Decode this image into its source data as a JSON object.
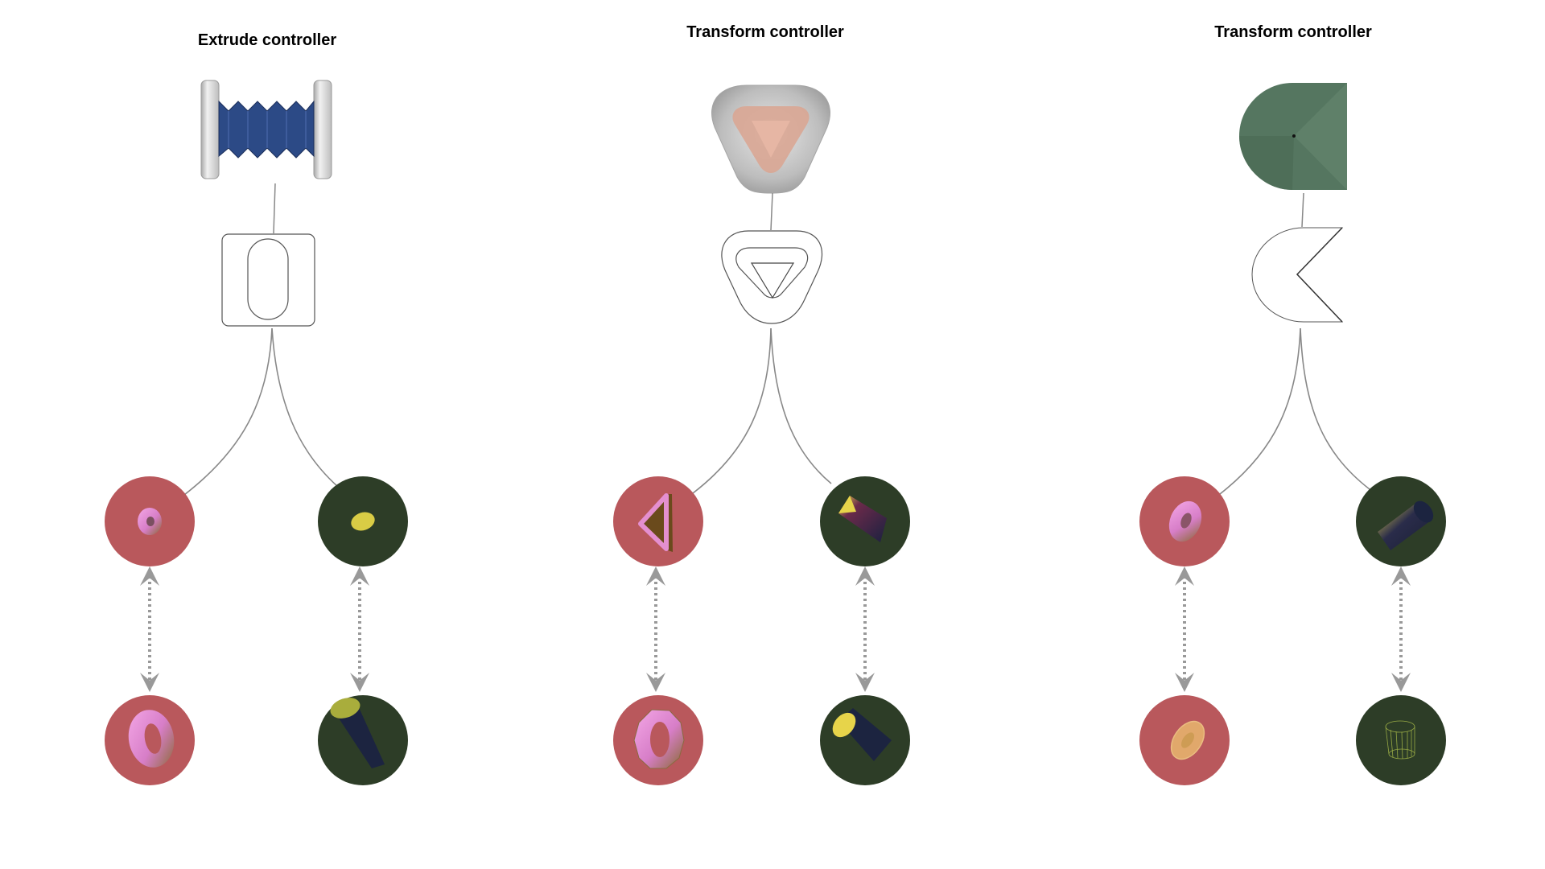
{
  "columns": [
    {
      "title": "Extrude controller"
    },
    {
      "title": "Transform controller"
    },
    {
      "title": "Transform controller"
    }
  ],
  "colors": {
    "pink_node": "#b9585c",
    "green_node": "#2d3d27",
    "connector": "#888888",
    "arrow": "#999999",
    "bellows_blue": "#2c4a86",
    "sage_green": "#557660",
    "salmon": "#d9a694",
    "torus_pink": "#e48fd0",
    "yellow": "#e7d44a",
    "navy": "#1c2440"
  },
  "icons": {
    "col1": {
      "controller": "bellows-controller-icon",
      "sketch": "rounded-square-sketch-icon",
      "top_left": "small-torus-icon",
      "top_right": "yellow-disc-icon",
      "bottom_left": "large-torus-icon",
      "bottom_right": "tilted-cylinder-icon"
    },
    "col2": {
      "controller": "triangle-knob-controller-icon",
      "sketch": "triangle-sketch-icon",
      "top_left": "triangular-prism-icon",
      "top_right": "wedge-prism-icon",
      "bottom_left": "faceted-torus-icon",
      "bottom_right": "cylinder-icon"
    },
    "col3": {
      "controller": "d-shaped-controller-icon",
      "sketch": "pacman-sketch-icon",
      "top_left": "torus-icon",
      "top_right": "yellow-cylinder-icon",
      "bottom_left": "translucent-torus-icon",
      "bottom_right": "wireframe-cylinder-icon"
    }
  }
}
